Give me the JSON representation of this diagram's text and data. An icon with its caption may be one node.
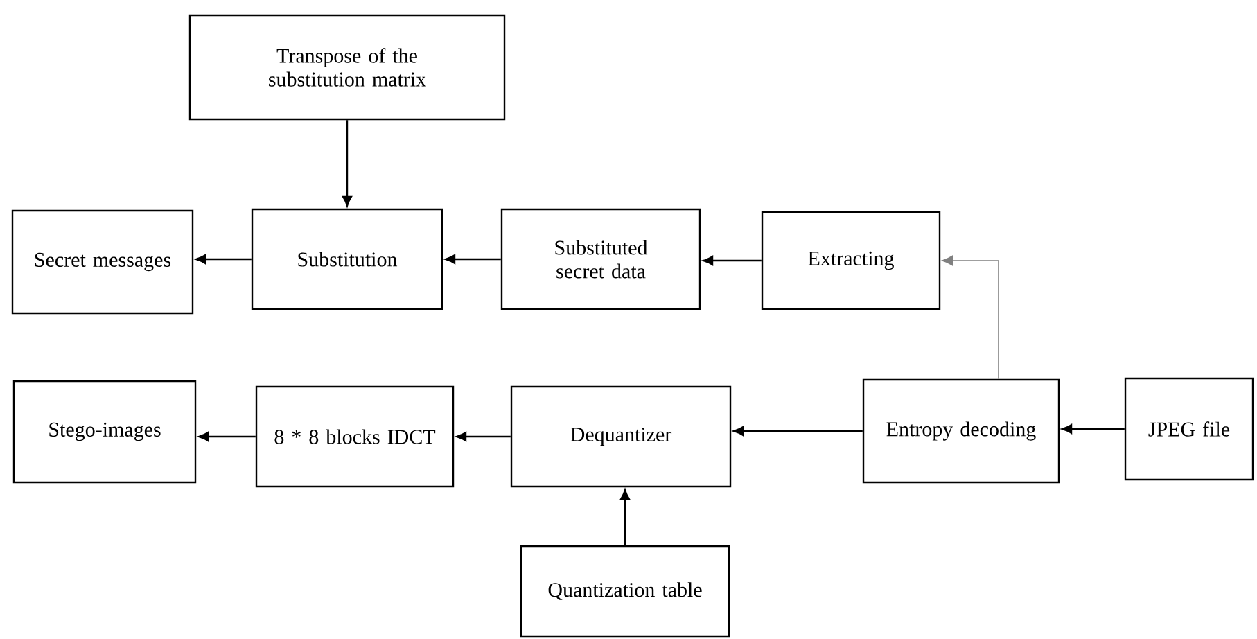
{
  "diagram": {
    "nodes": [
      {
        "text": [
          "Transpose of the substitution matrix"
        ]
      },
      {
        "text": [
          "Secret messages"
        ]
      },
      {
        "text": [
          "Substitution"
        ]
      },
      {
        "text": [
          "Substituted secret data"
        ]
      },
      {
        "text": [
          "Extracting"
        ]
      },
      {
        "text": [
          "Stego-images"
        ]
      },
      {
        "text": [
          "8 * 8 blocks IDCT"
        ]
      },
      {
        "text": [
          "Dequantizer"
        ]
      },
      {
        "text": [
          "Entropy decoding"
        ]
      },
      {
        "text": [
          "JPEG file"
        ]
      },
      {
        "text": [
          "Quantization table"
        ]
      }
    ],
    "edges": [
      {
        "from": 0,
        "to": 2,
        "arrow": "to"
      },
      {
        "from": 2,
        "to": 1,
        "arrow": "to"
      },
      {
        "from": 3,
        "to": 2,
        "arrow": "to"
      },
      {
        "from": 4,
        "to": 3,
        "arrow": "to"
      },
      {
        "from": 8,
        "to": 4,
        "arrow": "to",
        "color": "#808080"
      },
      {
        "from": 9,
        "to": 8,
        "arrow": "to"
      },
      {
        "from": 8,
        "to": 7,
        "arrow": "to"
      },
      {
        "from": 7,
        "to": 6,
        "arrow": "to"
      },
      {
        "from": 6,
        "to": 5,
        "arrow": "to"
      },
      {
        "from": 10,
        "to": 7,
        "arrow": "to"
      }
    ]
  }
}
